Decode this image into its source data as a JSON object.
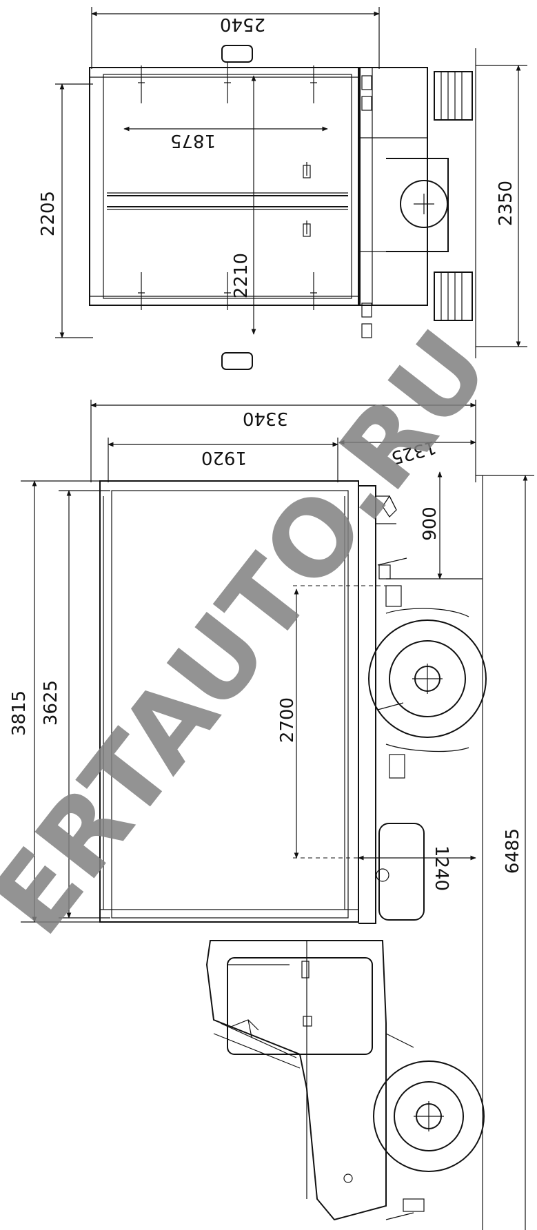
{
  "dimensions": {
    "top_view": {
      "overall_width": "2540",
      "cargo_inner_width": "1875",
      "body_length": "2205",
      "cargo_length": "2210",
      "overall_length": "2350"
    },
    "side_view": {
      "overall_height": "3340",
      "body_height": "1920",
      "ground_to_floor": "1325",
      "body_front_offset": "900",
      "wheelbase_section": "2700",
      "rear_overhang": "1240",
      "total_length": "6485",
      "body_length": "3815",
      "body_inner_length": "3625"
    }
  },
  "watermark": "ERTAUTO.RU"
}
